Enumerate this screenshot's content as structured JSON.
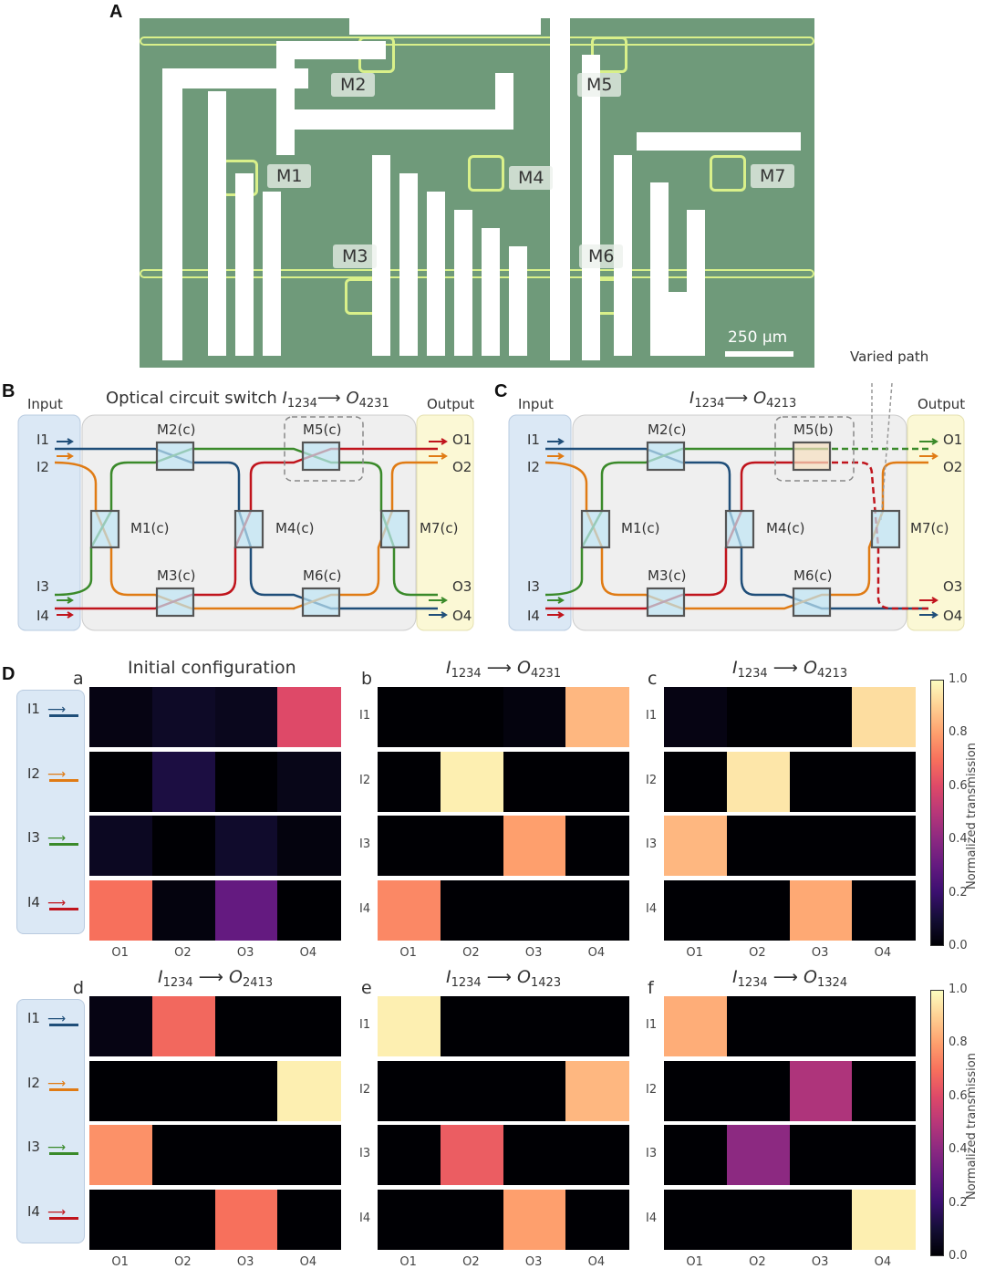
{
  "panel_a": {
    "label": "A",
    "mixers": [
      "M1",
      "M2",
      "M3",
      "M4",
      "M5",
      "M6",
      "M7"
    ],
    "scale_bar": "250 µm"
  },
  "panel_b": {
    "label": "B",
    "input": "Input",
    "output": "Output",
    "title_prefix": "Optical circuit switch",
    "in_var": "I",
    "in_sub": "1234",
    "arrow": "⟶",
    "out_var": "O",
    "out_sub": "4231",
    "mixers": [
      "M1(c)",
      "M2(c)",
      "M3(c)",
      "M4(c)",
      "M5(c)",
      "M6(c)",
      "M7(c)"
    ],
    "inputs": [
      "I1",
      "I2",
      "I3",
      "I4"
    ],
    "outputs": [
      "O1",
      "O2",
      "O3",
      "O4"
    ]
  },
  "panel_c": {
    "label": "C",
    "input": "Input",
    "output": "Output",
    "in_var": "I",
    "in_sub": "1234",
    "arrow": "⟶",
    "out_var": "O",
    "out_sub": "4213",
    "annotation": "Varied path",
    "mixers": [
      "M1(c)",
      "M2(c)",
      "M3(c)",
      "M4(c)",
      "M5(b)",
      "M6(c)",
      "M7(c)"
    ],
    "inputs": [
      "I1",
      "I2",
      "I3",
      "I4"
    ],
    "outputs": [
      "O1",
      "O2",
      "O3",
      "O4"
    ]
  },
  "panel_d": {
    "label": "D"
  },
  "colors": {
    "I1": "#1f4e79",
    "I2": "#e07b14",
    "I3": "#3a8a2a",
    "I4": "#c0141c"
  },
  "chart_data": [
    {
      "type": "heatmap",
      "id": "a",
      "title": "Initial configuration",
      "rows": [
        "I1",
        "I2",
        "I3",
        "I4"
      ],
      "cols": [
        "O1",
        "O2",
        "O3",
        "O4"
      ],
      "values": [
        [
          0.03,
          0.07,
          0.05,
          0.6
        ],
        [
          0.0,
          0.12,
          0.0,
          0.04
        ],
        [
          0.06,
          0.0,
          0.08,
          0.02
        ],
        [
          0.7,
          0.02,
          0.3,
          0.0
        ]
      ]
    },
    {
      "type": "heatmap",
      "id": "b",
      "in_sub": "1234",
      "out_sub": "4231",
      "rows": [
        "I1",
        "I2",
        "I3",
        "I4"
      ],
      "cols": [
        "O1",
        "O2",
        "O3",
        "O4"
      ],
      "values": [
        [
          0,
          0,
          0.02,
          0.85
        ],
        [
          0,
          0.97,
          0,
          0
        ],
        [
          0,
          0,
          0.8,
          0
        ],
        [
          0.75,
          0,
          0,
          0
        ]
      ]
    },
    {
      "type": "heatmap",
      "id": "c",
      "in_sub": "1234",
      "out_sub": "4213",
      "rows": [
        "I1",
        "I2",
        "I3",
        "I4"
      ],
      "cols": [
        "O1",
        "O2",
        "O3",
        "O4"
      ],
      "values": [
        [
          0.03,
          0,
          0,
          0.93
        ],
        [
          0,
          0.95,
          0,
          0
        ],
        [
          0.85,
          0,
          0,
          0
        ],
        [
          0,
          0,
          0.82,
          0
        ]
      ]
    },
    {
      "type": "heatmap",
      "id": "d",
      "in_sub": "1234",
      "out_sub": "2413",
      "rows": [
        "I1",
        "I2",
        "I3",
        "I4"
      ],
      "cols": [
        "O1",
        "O2",
        "O3",
        "O4"
      ],
      "values": [
        [
          0.03,
          0.68,
          0,
          0
        ],
        [
          0,
          0,
          0,
          0.97
        ],
        [
          0.77,
          0,
          0,
          0
        ],
        [
          0,
          0,
          0.7,
          0
        ]
      ]
    },
    {
      "type": "heatmap",
      "id": "e",
      "in_sub": "1234",
      "out_sub": "1423",
      "rows": [
        "I1",
        "I2",
        "I3",
        "I4"
      ],
      "cols": [
        "O1",
        "O2",
        "O3",
        "O4"
      ],
      "values": [
        [
          0.97,
          0,
          0,
          0
        ],
        [
          0,
          0,
          0,
          0.85
        ],
        [
          0,
          0.65,
          0,
          0
        ],
        [
          0,
          0,
          0.8,
          0
        ]
      ]
    },
    {
      "type": "heatmap",
      "id": "f",
      "in_sub": "1234",
      "out_sub": "1324",
      "rows": [
        "I1",
        "I2",
        "I3",
        "I4"
      ],
      "cols": [
        "O1",
        "O2",
        "O3",
        "O4"
      ],
      "values": [
        [
          0.83,
          0,
          0,
          0
        ],
        [
          0,
          0,
          0.48,
          0
        ],
        [
          0,
          0.4,
          0,
          0
        ],
        [
          0,
          0,
          0,
          0.97
        ]
      ]
    }
  ],
  "colorbar": {
    "label": "Normalized transmission",
    "ticks": [
      "0.0",
      "0.2",
      "0.4",
      "0.6",
      "0.8",
      "1.0"
    ],
    "range": [
      0,
      1
    ],
    "colormap": "magma"
  }
}
